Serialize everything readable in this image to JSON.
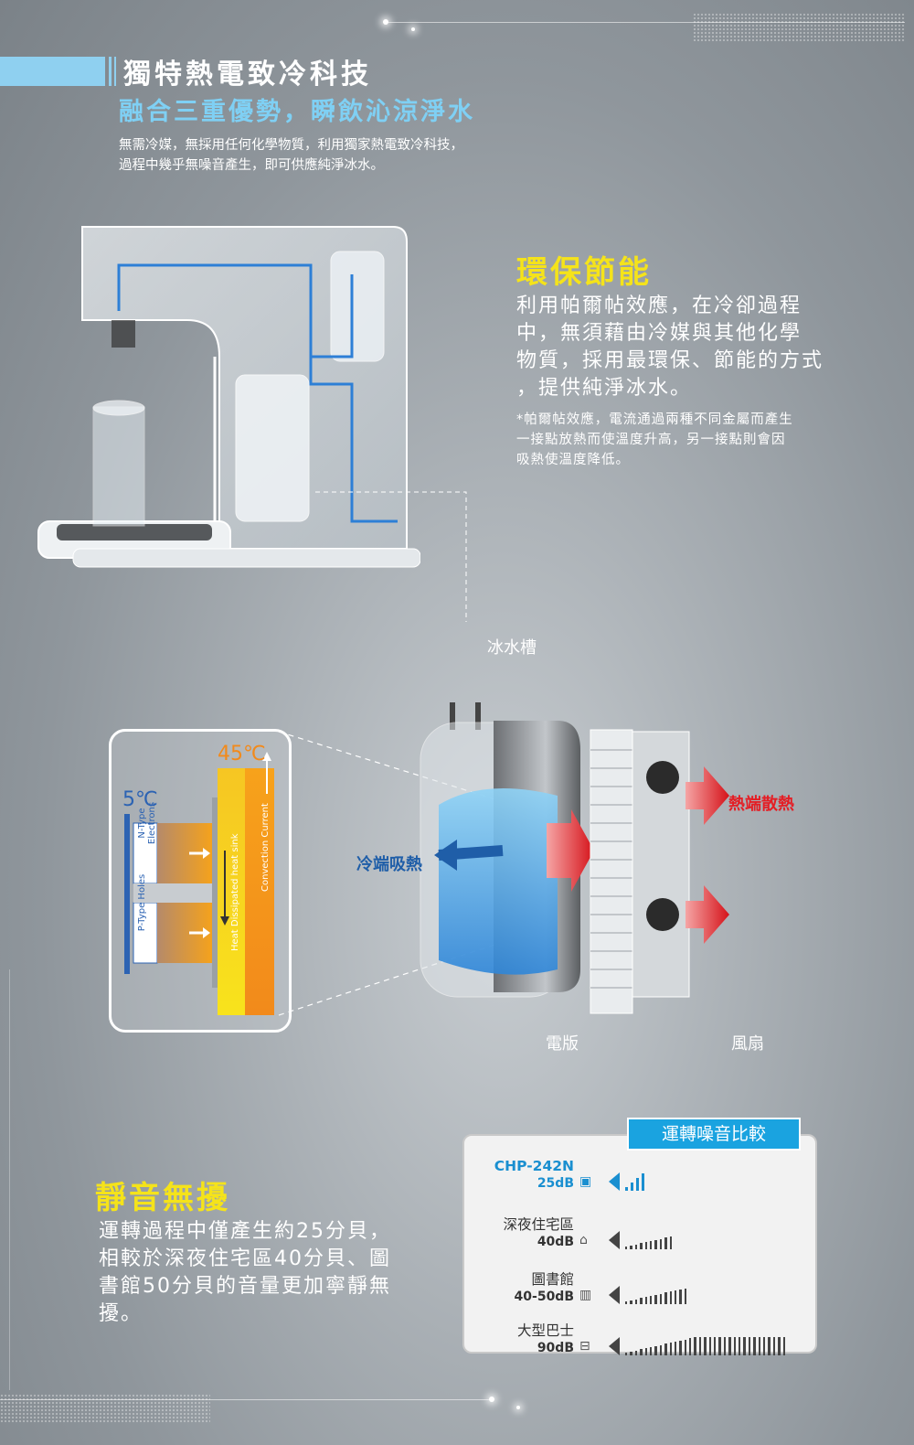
{
  "header": {
    "title": "獨特熱電致冷科技",
    "subtitle": "融合三重優勢，瞬飲沁涼淨水",
    "intro_line1": "無需冷媒，無採用任何化學物質，利用獨家熱電致冷科技，",
    "intro_line2": "過程中幾乎無噪音產生，即可供應純淨冰水。"
  },
  "eco": {
    "title": "環保節能",
    "body_lines": [
      "利用帕爾帖效應，在冷卻過程",
      "中，無須藉由冷媒與其他化學",
      "物質，採用最環保、節能的方式",
      "，提供純淨冰水。"
    ],
    "note_lines": [
      "*帕爾帖效應，電流通過兩種不同金屬而產生",
      "一接點放熱而使溫度升高，另一接點則會因",
      "吸熱使溫度降低。"
    ]
  },
  "diagram": {
    "ice_tank_label": "冰水槽",
    "cold_label": "冷端吸熱",
    "hot_label": "熱端散熱",
    "board_label": "電版",
    "fan_label": "風扇",
    "peltier": {
      "hot_temp": "45℃",
      "cold_temp": "5℃",
      "n_type": "N-Type Electrons",
      "p_type": "P-Type Holes",
      "heat_sink": "Heat Dissipated heat sink",
      "convection": "Convection Current"
    }
  },
  "quiet": {
    "title": "靜音無擾",
    "body_lines": [
      "運轉過程中僅產生約25分貝，",
      "相較於深夜住宅區40分貝、圖",
      "書館50分貝的音量更加寧靜無",
      "擾。"
    ]
  },
  "noise_chart": {
    "tag": "運轉噪音比較",
    "rows": [
      {
        "name": "CHP-242N",
        "level": "25dB",
        "icon": "water-dispenser-icon",
        "bars": 4,
        "highlight": true
      },
      {
        "name": "深夜住宅區",
        "level": "40dB",
        "icon": "house-icon",
        "bars": 10,
        "highlight": false
      },
      {
        "name": "圖書館",
        "level": "40-50dB",
        "icon": "book-icon",
        "bars": 13,
        "highlight": false
      },
      {
        "name": "大型巴士",
        "level": "90dB",
        "icon": "bus-icon",
        "bars": 33,
        "highlight": false
      }
    ]
  },
  "colors": {
    "accent_yellow": "#f5e31a",
    "accent_blue": "#7fd0f4",
    "tag_blue": "#1aa3e0",
    "hot_red": "#e41e25"
  }
}
